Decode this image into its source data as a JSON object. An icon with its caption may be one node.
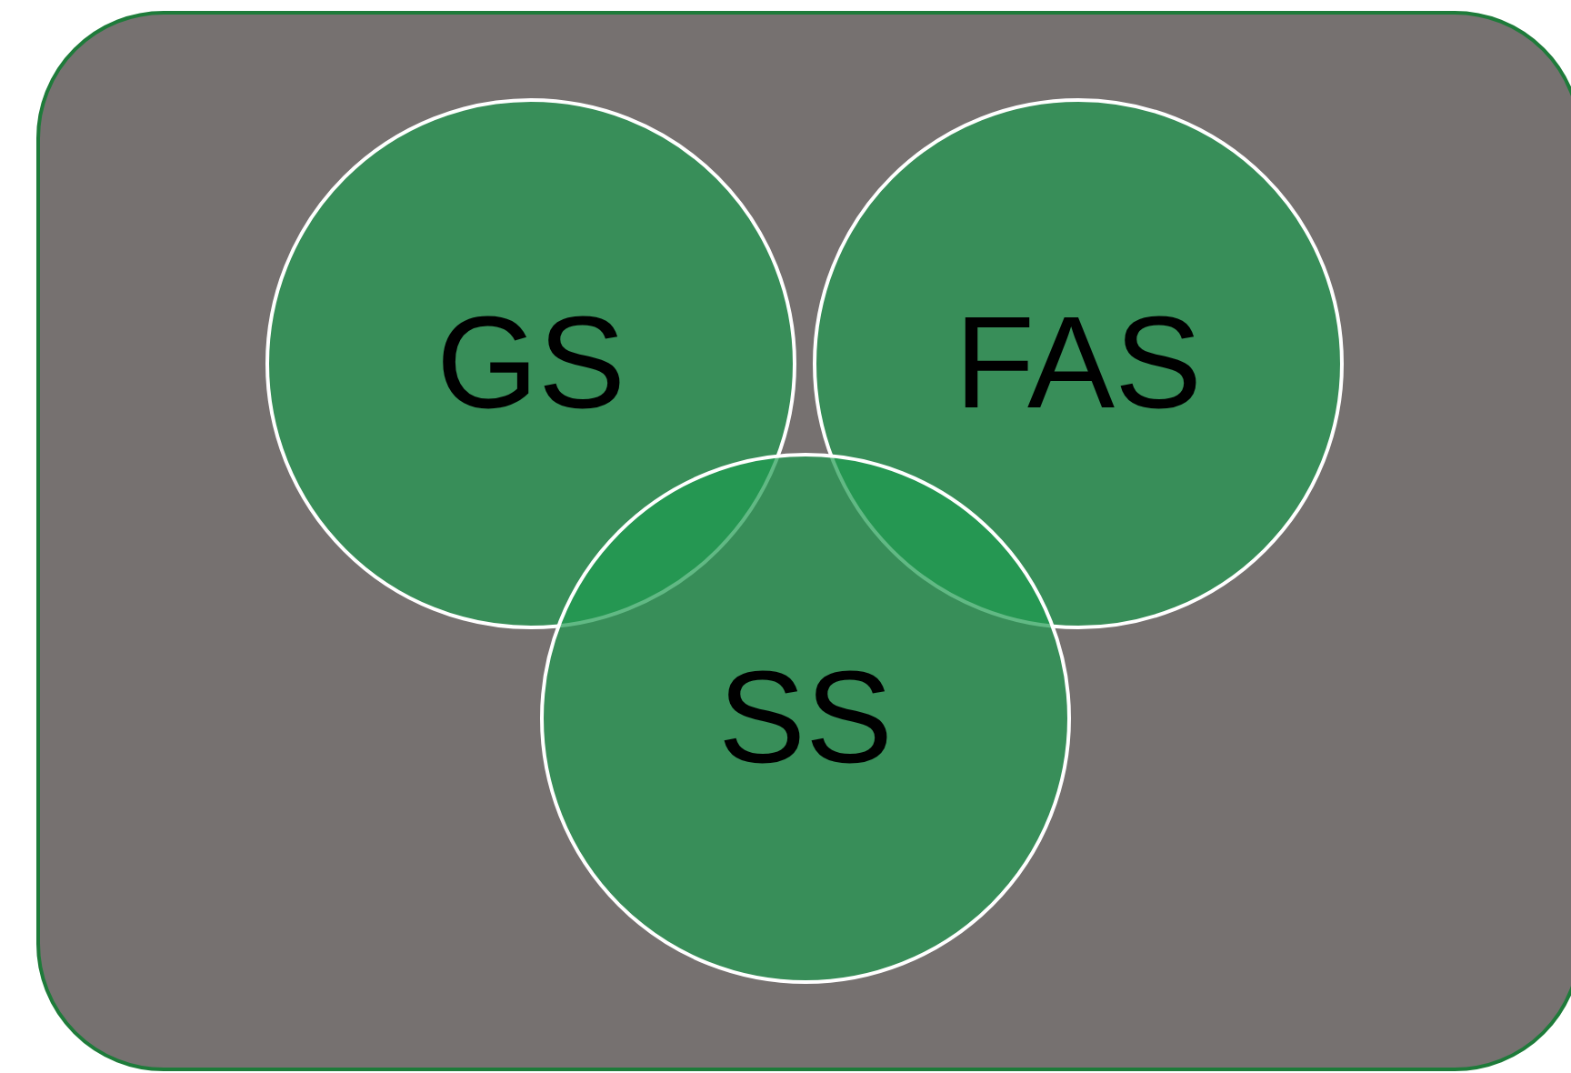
{
  "diagram": {
    "nodes": [
      {
        "text": [],
        "shape": "box"
      },
      {
        "text": [
          "GS"
        ],
        "in": 0
      },
      {
        "text": [
          "FAS"
        ],
        "in": 0
      },
      {
        "text": [
          "SS"
        ],
        "in": 0
      }
    ]
  }
}
